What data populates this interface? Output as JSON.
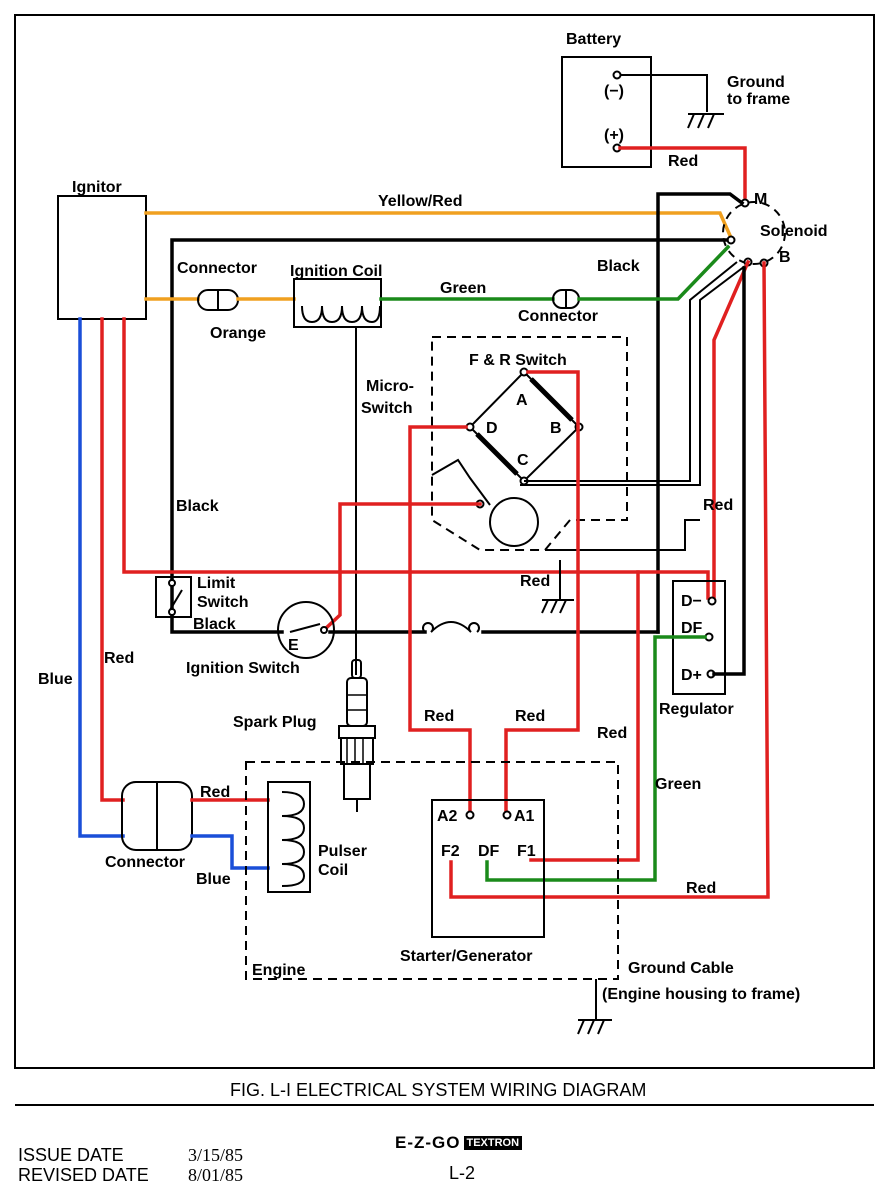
{
  "diagram": {
    "labels": {
      "battery": "Battery",
      "battery_neg": "(−)",
      "battery_pos": "(+)",
      "ground_to_frame_1": "Ground",
      "ground_to_frame_2": "to frame",
      "ignitor": "Ignitor",
      "yellow_red": "Yellow/Red",
      "solenoid": "Solenoid",
      "solenoid_m": "M",
      "solenoid_b": "B",
      "red_battery": "Red",
      "connector_top": "Connector",
      "ignition_coil": "Ignition Coil",
      "black_top": "Black",
      "green_top": "Green",
      "orange": "Orange",
      "connector_green": "Connector",
      "fr_switch": "F & R Switch",
      "micro_switch_1": "Micro-",
      "micro_switch_2": "Switch",
      "switch_a": "A",
      "switch_b": "B",
      "switch_c": "C",
      "switch_d": "D",
      "black_left": "Black",
      "red_right": "Red",
      "red_ground": "Red",
      "limit_switch_1": "Limit",
      "limit_switch_2": "Switch",
      "black_limit": "Black",
      "ignition_switch": "Ignition Switch",
      "ign_e": "E",
      "reg_dminus": "D−",
      "reg_df": "DF",
      "reg_dplus": "D+",
      "regulator": "Regulator",
      "blue_left": "Blue",
      "red_left": "Red",
      "spark_plug": "Spark Plug",
      "red_a2": "Red",
      "red_a1": "Red",
      "red_f1": "Red",
      "green_reg": "Green",
      "red_connector": "Red",
      "pulser_coil_1": "Pulser",
      "pulser_coil_2": "Coil",
      "connector_bottom": "Connector",
      "blue_bottom": "Blue",
      "a2": "A2",
      "a1": "A1",
      "f2": "F2",
      "df": "DF",
      "f1": "F1",
      "red_f2": "Red",
      "starter_generator": "Starter/Generator",
      "engine": "Engine",
      "ground_cable": "Ground  Cable",
      "engine_housing": "(Engine housing to frame)"
    },
    "colors": {
      "red": "#e02020",
      "blue": "#1a4fd8",
      "green": "#1a8a1a",
      "orange": "#f0a020",
      "black": "#000000"
    }
  },
  "footer": {
    "caption": "FIG. L-I ELECTRICAL SYSTEM WIRING DIAGRAM",
    "issue_date_label": "ISSUE DATE",
    "issue_date": "3/15/85",
    "revised_date_label": "REVISED DATE",
    "revised_date": "8/01/85",
    "logo": "E-Z-GO",
    "logo_sub": "TEXTRON",
    "page": "L-2"
  }
}
